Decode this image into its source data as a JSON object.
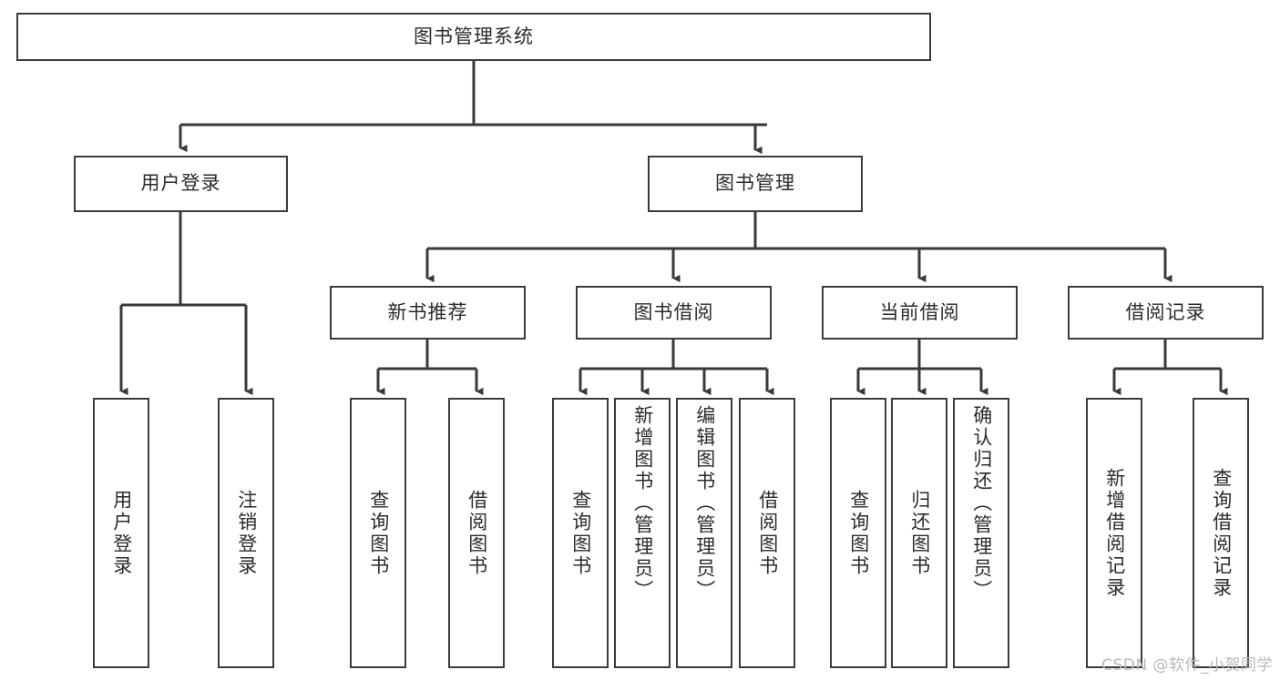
{
  "diagram": {
    "title": "图书管理系统",
    "type": "functional-structure-tree",
    "stroke_color": "#3a3a3a",
    "text_color": "#2b2b2b",
    "background_color": "#ffffff",
    "watermark": "CSDN @软件_小贺同学"
  },
  "root": {
    "label": "图书管理系统"
  },
  "level2": [
    {
      "label": "用户登录"
    },
    {
      "label": "图书管理"
    }
  ],
  "level3": [
    {
      "label": "新书推荐"
    },
    {
      "label": "图书借阅"
    },
    {
      "label": "当前借阅"
    },
    {
      "label": "借阅记录"
    }
  ],
  "leaves": {
    "user_login": [
      {
        "label": "用户登录"
      },
      {
        "label": "注销登录"
      }
    ],
    "new_book_recommend": [
      {
        "label": "查询图书"
      },
      {
        "label": "借阅图书"
      }
    ],
    "book_borrow": [
      {
        "label": "查询图书"
      },
      {
        "label": "新增图书（管理员）"
      },
      {
        "label": "编辑图书（管理员）"
      },
      {
        "label": "借阅图书"
      }
    ],
    "current_borrow": [
      {
        "label": "查询图书"
      },
      {
        "label": "归还图书"
      },
      {
        "label": "确认归还（管理员）"
      }
    ],
    "borrow_record": [
      {
        "label": "新增借阅记录"
      },
      {
        "label": "查询借阅记录"
      }
    ]
  }
}
